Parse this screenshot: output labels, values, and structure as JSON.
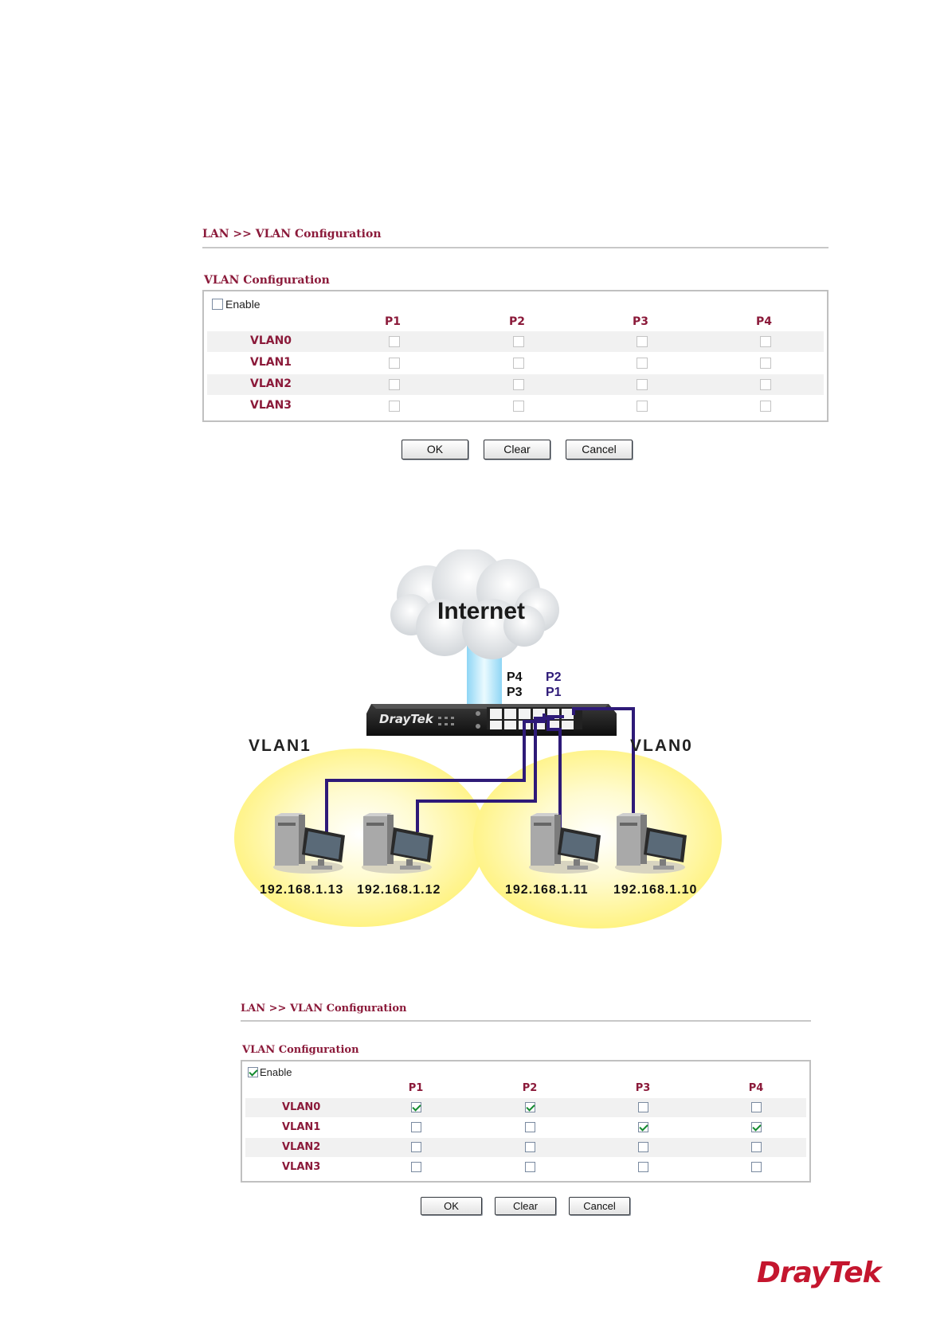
{
  "panel_top": {
    "breadcrumb": "LAN >> VLAN Configuration",
    "section_title": "VLAN Configuration",
    "enable_label": "Enable",
    "enable_checked": false,
    "ports": [
      "P1",
      "P2",
      "P3",
      "P4"
    ],
    "rows": [
      {
        "label": "VLAN0",
        "checks": [
          false,
          false,
          false,
          false
        ]
      },
      {
        "label": "VLAN1",
        "checks": [
          false,
          false,
          false,
          false
        ]
      },
      {
        "label": "VLAN2",
        "checks": [
          false,
          false,
          false,
          false
        ]
      },
      {
        "label": "VLAN3",
        "checks": [
          false,
          false,
          false,
          false
        ]
      }
    ],
    "buttons": {
      "ok": "OK",
      "clear": "Clear",
      "cancel": "Cancel"
    }
  },
  "diagram": {
    "cloud_label": "Internet",
    "router_brand": "DrayTek",
    "port_labels": {
      "p4": "P4",
      "p3": "P3",
      "p2": "P2",
      "p1": "P1"
    },
    "vlan_left": "VLAN1",
    "vlan_right": "VLAN0",
    "hosts": [
      "192.168.1.13",
      "192.168.1.12",
      "192.168.1.11",
      "192.168.1.10"
    ],
    "colors": {
      "wire": "#2e1a78",
      "ellipse": "#fff27a",
      "uplink": "#8fd6f5"
    }
  },
  "panel_bottom": {
    "breadcrumb": "LAN >> VLAN Configuration",
    "section_title": "VLAN Configuration",
    "enable_label": "Enable",
    "enable_checked": true,
    "ports": [
      "P1",
      "P2",
      "P3",
      "P4"
    ],
    "rows": [
      {
        "label": "VLAN0",
        "checks": [
          true,
          true,
          false,
          false
        ]
      },
      {
        "label": "VLAN1",
        "checks": [
          false,
          false,
          true,
          true
        ]
      },
      {
        "label": "VLAN2",
        "checks": [
          false,
          false,
          false,
          false
        ]
      },
      {
        "label": "VLAN3",
        "checks": [
          false,
          false,
          false,
          false
        ]
      }
    ],
    "buttons": {
      "ok": "OK",
      "clear": "Clear",
      "cancel": "Cancel"
    }
  },
  "footer": {
    "logo_text": "DrayTek",
    "brand_color": "#c4162e"
  }
}
